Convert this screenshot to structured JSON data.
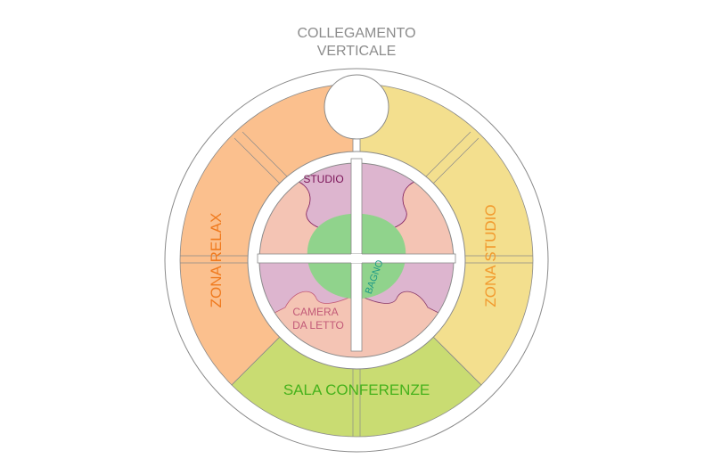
{
  "title": {
    "line1": "COLLEGAMENTO",
    "line2": "VERTICALE"
  },
  "zones": {
    "relax": "ZONA RELAX",
    "studio": "ZONA STUDIO",
    "conferenze": "SALA CONFERENZE"
  },
  "rooms": {
    "studio": "STUDIO",
    "bagno": "BAGNO",
    "camera_line1": "CAMERA",
    "camera_line2": "DA LETTO"
  },
  "colors": {
    "relax": "#FBC08E",
    "studio_zone": "#F3DF8E",
    "conferenze": "#C9DC72",
    "ring": "#FFFFFF",
    "outline": "#8A8A8A",
    "inner_pink": "#F4C4B4",
    "inner_mauve": "#DDB5CF",
    "bagno_green": "#90D38C",
    "title_text": "#8C8C8C",
    "relax_text": "#F07A1E",
    "studio_text": "#F29A2E",
    "conferenze_text": "#46B21C",
    "studio_room_text": "#7A1458",
    "bagno_text": "#1E9A86",
    "camera_text": "#C25A78"
  }
}
